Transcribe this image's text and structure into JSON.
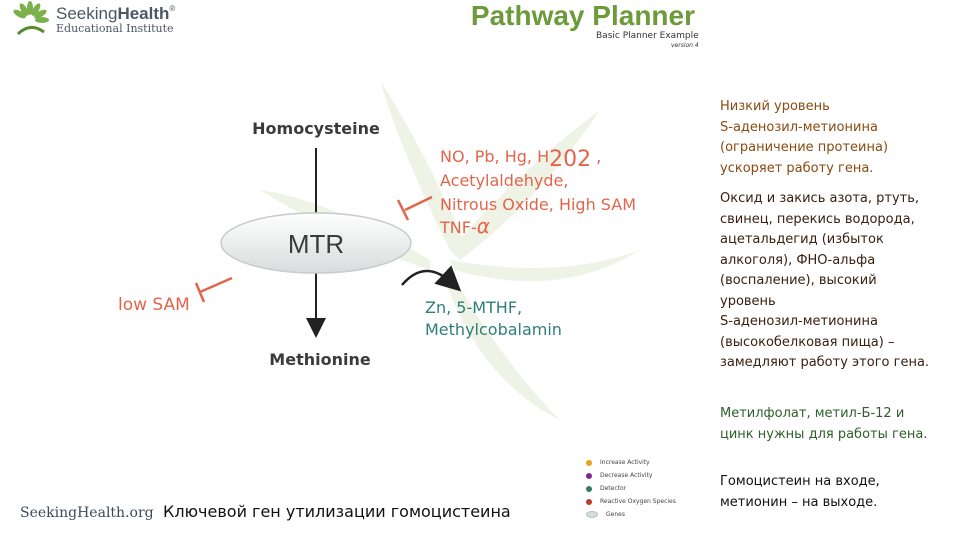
{
  "header": {
    "logo_brand_light": "Seeking",
    "logo_brand_bold": "Health",
    "logo_reg": "®",
    "logo_institute": "Educational Institute",
    "title": "Pathway Planner",
    "subtitle": "Basic Planner Example",
    "version": "version 4"
  },
  "diagram": {
    "substrate": "Homocysteine",
    "enzyme": "MTR",
    "product": "Methionine",
    "inhibitors_left": "low SAM",
    "inhibitors_right": [
      "NO, Pb, Hg, H",
      "2",
      "0",
      "2",
      " ,",
      "Acetylaldehyde,",
      "Nitrous Oxide, High SAM",
      "TNF-",
      "α"
    ],
    "cofactors": [
      "Zn, 5-MTHF,",
      "Methylcobalamin"
    ],
    "colors": {
      "inhibitor": "#e2654b",
      "cofactor": "#2e7f78",
      "text": "#3b3b3b",
      "arrow": "#222222"
    }
  },
  "side_text": {
    "p1": [
      "Низкий уровень",
      "S-аденозил-метионина",
      "(ограничение протеина)",
      "ускоряет работу гена."
    ],
    "p2": [
      "Оксид и закись азота, ртуть,",
      "свинец, перекись водорода,",
      "ацетальдегид (избыток",
      "алкоголя), ФНО-альфа",
      "(воспаление), высокий",
      "уровень",
      "S-аденозил-метионина",
      "(высокобелковая пища) –",
      "замедляют работу этого гена."
    ],
    "p3": [
      "Метилфолат, метил-Б-12 и",
      "цинк нужны для работы гена."
    ],
    "p4": [
      "Гомоцистеин на входе,",
      "метионин – на выходе."
    ],
    "colors": {
      "p1": "#8a4a10",
      "p2": "#3a2010",
      "p3": "#2e5f2a",
      "p4": "#111111"
    }
  },
  "legend": [
    {
      "label": "Increase Activity",
      "color": "#e8a317"
    },
    {
      "label": "Decrease Activity",
      "color": "#7b2a8c"
    },
    {
      "label": "Detector",
      "color": "#2e7d5b"
    },
    {
      "label": "Reactive Oxygen Species",
      "color": "#c0392b"
    },
    {
      "label": "Genes",
      "color": "#d8dde0"
    }
  ],
  "caption": "Ключевой ген утилизации гомоцистеина",
  "footer": {
    "site": "SeekingHealth.org"
  }
}
